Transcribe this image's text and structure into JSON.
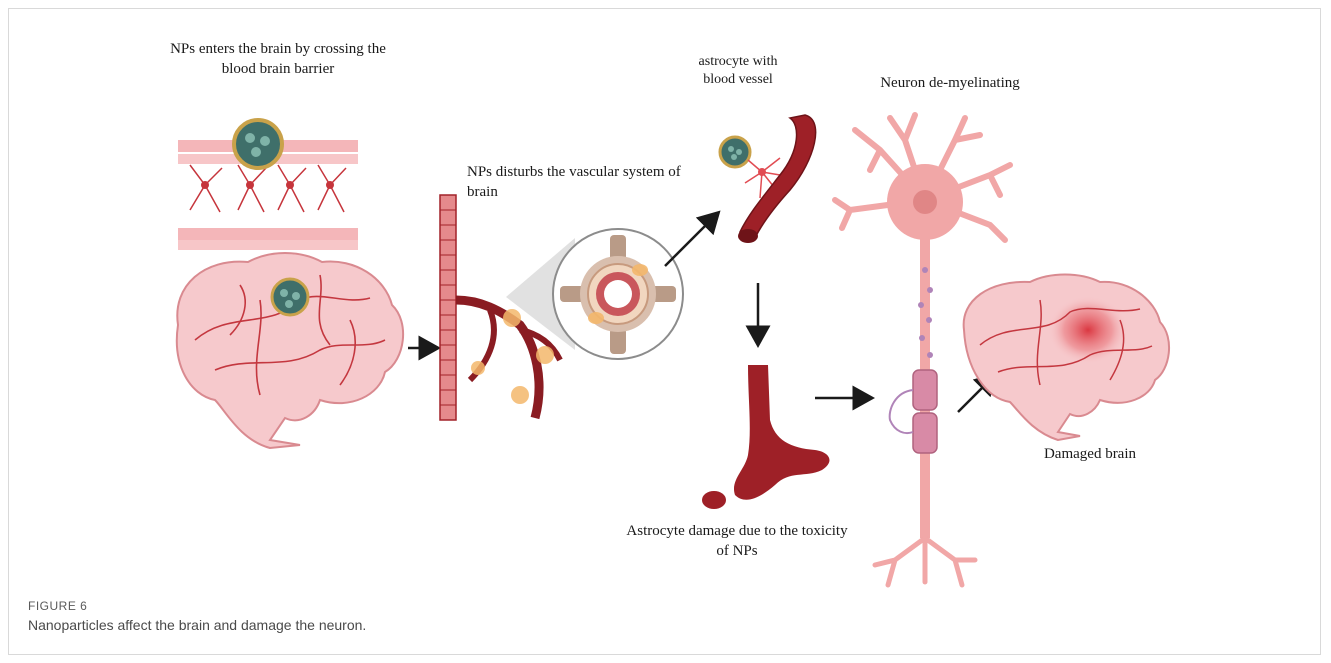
{
  "diagram": {
    "labels": {
      "bbb": "NPs enters the brain by crossing the blood brain barrier",
      "vascular": "NPs disturbs the vascular system of brain",
      "astrocyte_vessel": "astrocyte with blood vessel",
      "neuron": "Neuron de-myelinating",
      "astro_damage": "Astrocyte damage due to the toxicity of NPs",
      "damaged_brain": "Damaged brain"
    },
    "colors": {
      "brain": "#f6c9cc",
      "brain_outline": "#d98a90",
      "vessel": "#b3262c",
      "vessel_dark": "#7f1a1f",
      "barrier": "#f4b6b9",
      "nanoparticle": "#3f6f6a",
      "nanoparticle_ring": "#c9a24a",
      "neuron": "#f1a7a7",
      "myelin": "#d88aa6",
      "astrocyte_tan": "#b99b87",
      "arrow": "#1a1a1a"
    }
  },
  "figure": {
    "number": "FIGURE 6",
    "caption": "Nanoparticles affect the brain and damage the neuron."
  }
}
